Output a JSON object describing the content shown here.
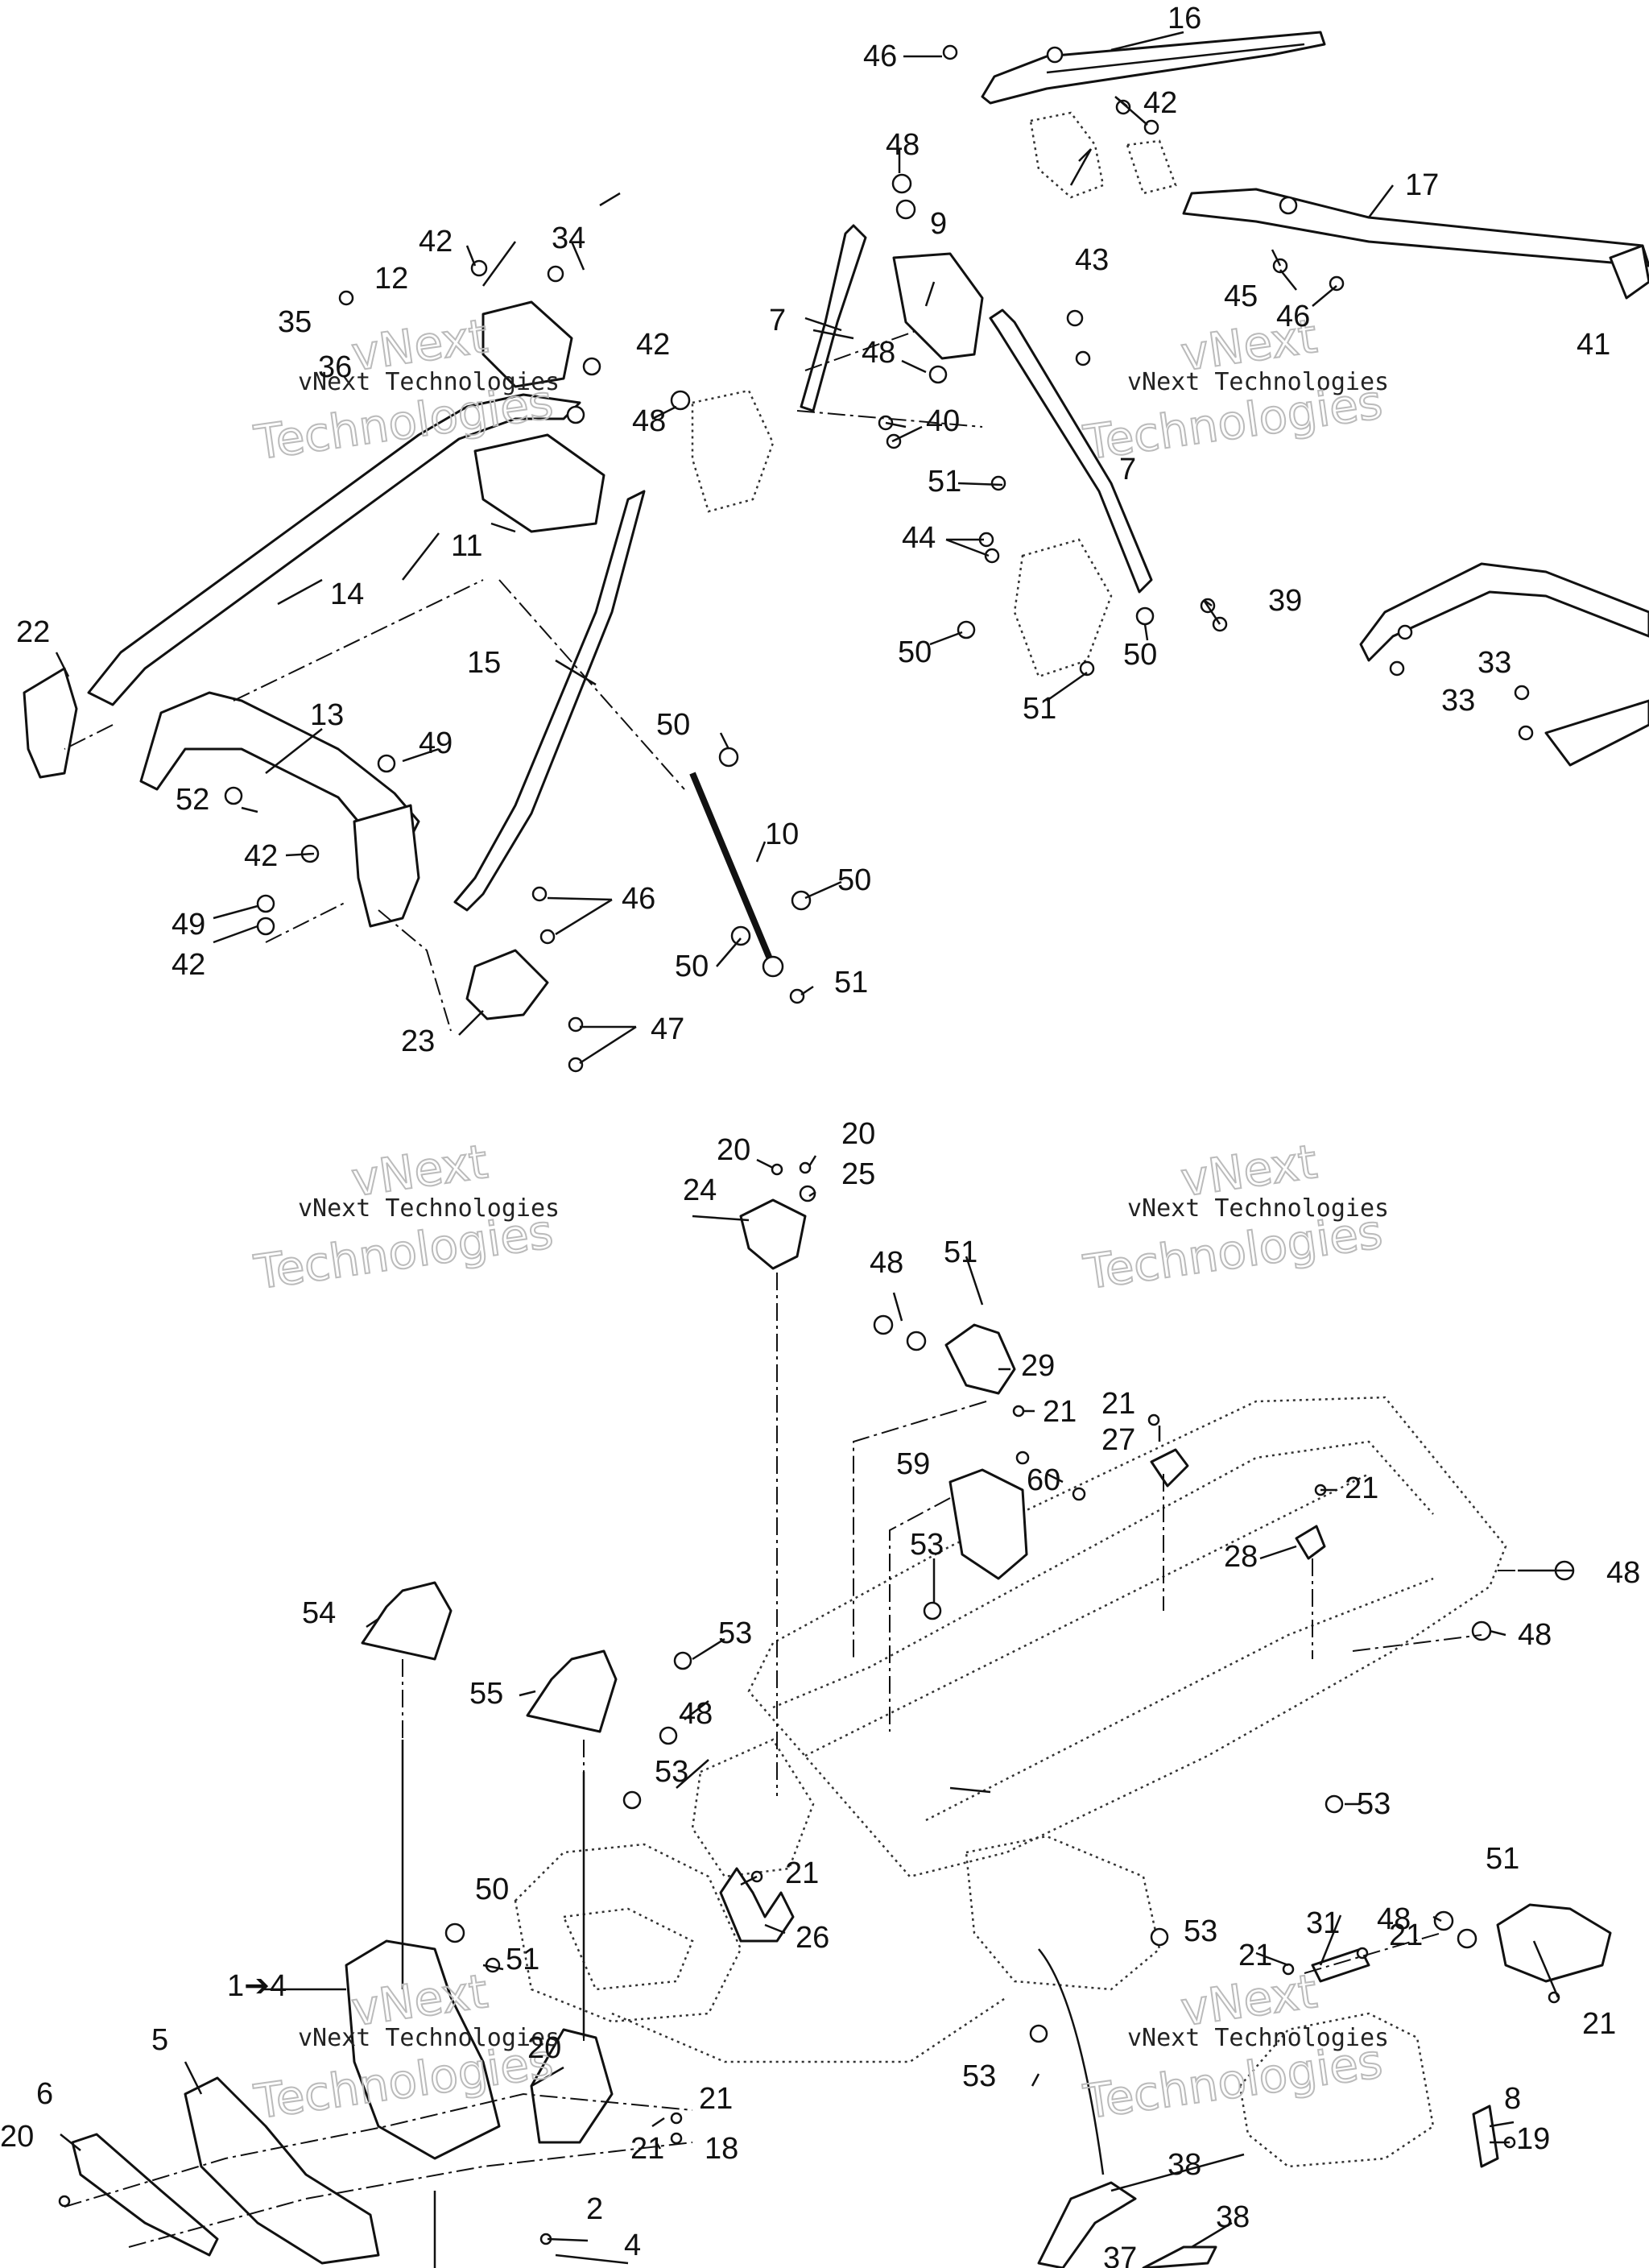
{
  "watermark": {
    "line1": "vNext Technologies",
    "line2": "Technologies",
    "overlay": "vNext"
  },
  "labels": [
    {
      "id": "l16",
      "text": "16"
    },
    {
      "id": "l46a",
      "text": "46"
    },
    {
      "id": "l42a",
      "text": "42"
    },
    {
      "id": "l48a",
      "text": "48"
    },
    {
      "id": "l17",
      "text": "17"
    },
    {
      "id": "l9",
      "text": "9"
    },
    {
      "id": "l42b",
      "text": "42"
    },
    {
      "id": "l34",
      "text": "34"
    },
    {
      "id": "l12",
      "text": "12"
    },
    {
      "id": "l35",
      "text": "35"
    },
    {
      "id": "l36",
      "text": "36"
    },
    {
      "id": "l42c",
      "text": "42"
    },
    {
      "id": "l43",
      "text": "43"
    },
    {
      "id": "l45",
      "text": "45"
    },
    {
      "id": "l46b",
      "text": "46"
    },
    {
      "id": "l41",
      "text": "41"
    },
    {
      "id": "l7a",
      "text": "7"
    },
    {
      "id": "l48b",
      "text": "48"
    },
    {
      "id": "l48c",
      "text": "48"
    },
    {
      "id": "l40",
      "text": "40"
    },
    {
      "id": "l7b",
      "text": "7"
    },
    {
      "id": "l51a",
      "text": "51"
    },
    {
      "id": "l11",
      "text": "11"
    },
    {
      "id": "l14",
      "text": "14"
    },
    {
      "id": "l44",
      "text": "44"
    },
    {
      "id": "l39",
      "text": "39"
    },
    {
      "id": "l22",
      "text": "22"
    },
    {
      "id": "l50a",
      "text": "50"
    },
    {
      "id": "l50b",
      "text": "50"
    },
    {
      "id": "l33a",
      "text": "33"
    },
    {
      "id": "l33b",
      "text": "33"
    },
    {
      "id": "l51b",
      "text": "51"
    },
    {
      "id": "l15",
      "text": "15"
    },
    {
      "id": "l13",
      "text": "13"
    },
    {
      "id": "l49a",
      "text": "49"
    },
    {
      "id": "l50c",
      "text": "50"
    },
    {
      "id": "l10",
      "text": "10"
    },
    {
      "id": "l52",
      "text": "52"
    },
    {
      "id": "l42d",
      "text": "42"
    },
    {
      "id": "l50d",
      "text": "50"
    },
    {
      "id": "l46c",
      "text": "46"
    },
    {
      "id": "l49b",
      "text": "49"
    },
    {
      "id": "l42e",
      "text": "42"
    },
    {
      "id": "l50e",
      "text": "50"
    },
    {
      "id": "l51c",
      "text": "51"
    },
    {
      "id": "l47",
      "text": "47"
    },
    {
      "id": "l23",
      "text": "23"
    },
    {
      "id": "l20a",
      "text": "20"
    },
    {
      "id": "l20b",
      "text": "20"
    },
    {
      "id": "l25",
      "text": "25"
    },
    {
      "id": "l24",
      "text": "24"
    },
    {
      "id": "l48d",
      "text": "48"
    },
    {
      "id": "l51d",
      "text": "51"
    },
    {
      "id": "l29",
      "text": "29"
    },
    {
      "id": "l21a",
      "text": "21"
    },
    {
      "id": "l21b",
      "text": "21"
    },
    {
      "id": "l27",
      "text": "27"
    },
    {
      "id": "l59",
      "text": "59"
    },
    {
      "id": "l60",
      "text": "60"
    },
    {
      "id": "l21c",
      "text": "21"
    },
    {
      "id": "l53a",
      "text": "53"
    },
    {
      "id": "l28",
      "text": "28"
    },
    {
      "id": "l48e",
      "text": "48"
    },
    {
      "id": "l54",
      "text": "54"
    },
    {
      "id": "l53b",
      "text": "53"
    },
    {
      "id": "l48f",
      "text": "48"
    },
    {
      "id": "l55",
      "text": "55"
    },
    {
      "id": "l48g",
      "text": "48"
    },
    {
      "id": "l53c",
      "text": "53"
    },
    {
      "id": "l53d",
      "text": "53"
    },
    {
      "id": "l21d",
      "text": "21"
    },
    {
      "id": "l51e",
      "text": "51"
    },
    {
      "id": "l50f",
      "text": "50"
    },
    {
      "id": "l26",
      "text": "26"
    },
    {
      "id": "l48h",
      "text": "48"
    },
    {
      "id": "l53e",
      "text": "53"
    },
    {
      "id": "l31",
      "text": "31"
    },
    {
      "id": "l21e",
      "text": "21"
    },
    {
      "id": "l21f",
      "text": "21"
    },
    {
      "id": "l14to",
      "text": "1➔4"
    },
    {
      "id": "l51f",
      "text": "51"
    },
    {
      "id": "l21g",
      "text": "21"
    },
    {
      "id": "l5",
      "text": "5"
    },
    {
      "id": "l20c",
      "text": "20"
    },
    {
      "id": "l53f",
      "text": "53"
    },
    {
      "id": "l6",
      "text": "6"
    },
    {
      "id": "l21h",
      "text": "21"
    },
    {
      "id": "l8",
      "text": "8"
    },
    {
      "id": "l20d",
      "text": "20"
    },
    {
      "id": "l21i",
      "text": "21"
    },
    {
      "id": "l18",
      "text": "18"
    },
    {
      "id": "l19",
      "text": "19"
    },
    {
      "id": "l38a",
      "text": "38"
    },
    {
      "id": "l2",
      "text": "2"
    },
    {
      "id": "l38b",
      "text": "38"
    },
    {
      "id": "l4",
      "text": "4"
    },
    {
      "id": "l37",
      "text": "37"
    }
  ]
}
